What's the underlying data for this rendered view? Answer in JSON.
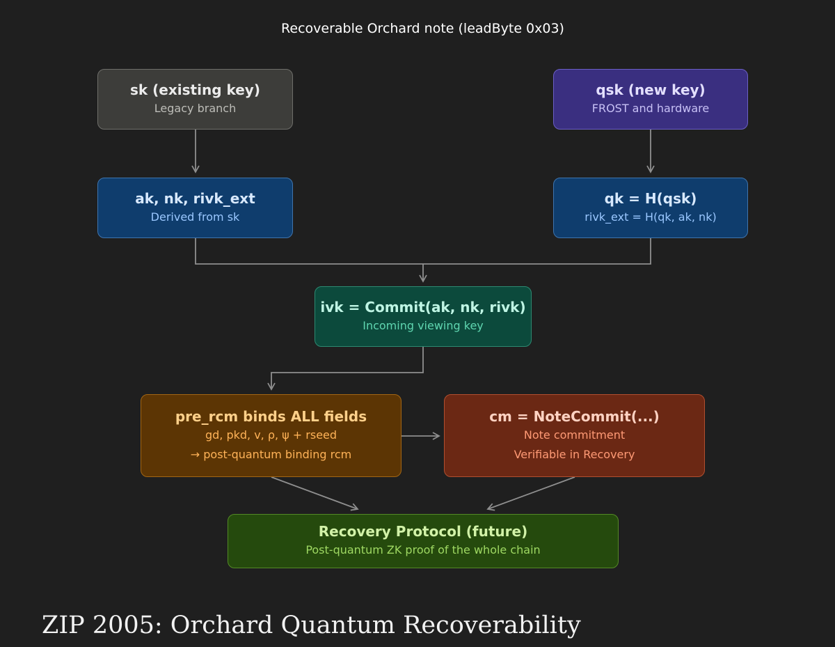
{
  "diagram": {
    "title": "Recoverable Orchard note (leadByte 0x03)",
    "nodes": {
      "sk": {
        "title": "sk (existing key)",
        "subtitle": "Legacy branch"
      },
      "qsk": {
        "title": "qsk (new key)",
        "subtitle": "FROST and hardware"
      },
      "ak": {
        "title": "ak, nk, rivk_ext",
        "subtitle": "Derived from sk"
      },
      "qk": {
        "title": "qk = H(qsk)",
        "subtitle": "rivk_ext = H(qk, ak, nk)"
      },
      "ivk": {
        "title": "ivk = Commit(ak, nk, rivk)",
        "subtitle": "Incoming viewing key"
      },
      "pre_rcm": {
        "title": "pre_rcm binds ALL fields",
        "line1": "gd, pkd, v, ρ, ψ + rseed",
        "line2": "→ post-quantum binding rcm"
      },
      "cm": {
        "title": "cm = NoteCommit(...)",
        "line1": "Note commitment",
        "line2": "Verifiable in Recovery"
      },
      "recovery": {
        "title": "Recovery Protocol (future)",
        "subtitle": "Post-quantum ZK proof of the whole chain"
      }
    },
    "colors": {
      "background": "#1f1f1f",
      "connector": "#8f8f8f",
      "legacy": "#3d3d3a",
      "new_key": "#3a2f80",
      "derived": "#0f3d6d",
      "viewing_key": "#0c4a3c",
      "binding": "#5c3504",
      "commitment": "#6b2814",
      "recovery": "#254a0d"
    }
  },
  "caption": "ZIP 2005: Orchard Quantum Recoverability"
}
